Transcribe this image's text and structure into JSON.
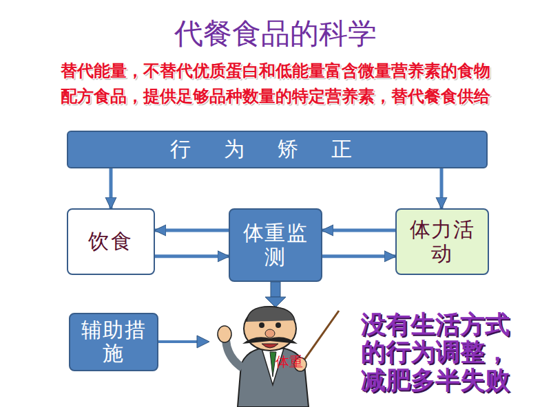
{
  "diagram": {
    "title": "代餐食品的科学",
    "nodes": [
      {
        "text": [
          "行为矫正"
        ]
      },
      {
        "text": [
          "饮食"
        ]
      },
      {
        "text": [
          "体重监测"
        ]
      },
      {
        "text": [
          "体力活动"
        ]
      },
      {
        "text": [
          "辅助措施"
        ]
      }
    ],
    "edges": [
      {
        "from": 0,
        "to": 1,
        "arrow": "to"
      },
      {
        "from": 0,
        "to": 3,
        "arrow": "to"
      },
      {
        "from": 2,
        "to": 1,
        "arrow": "to"
      },
      {
        "from": 1,
        "to": 2,
        "arrow": "to"
      },
      {
        "from": 3,
        "to": 2,
        "arrow": "to"
      },
      {
        "from": 2,
        "to": 3,
        "arrow": "to"
      }
    ],
    "labels": [
      "替代能量，不替代优质蛋白和低能量富含微量营养素的食物",
      "配方食品，提供足够品种数量的特定营养素，替代餐食供给",
      "体重",
      "没有生活方式的行为调整，减肥多半失败"
    ]
  }
}
